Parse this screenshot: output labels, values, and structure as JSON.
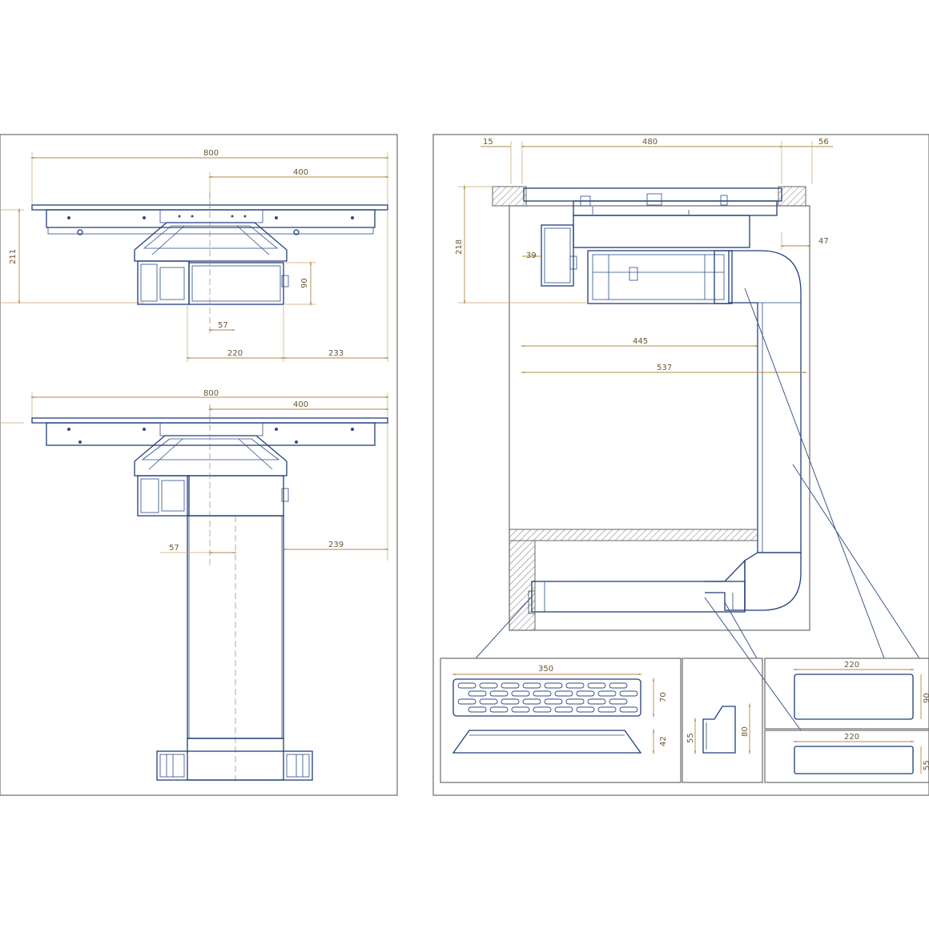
{
  "dimensions": {
    "top_view_upper": {
      "width_total": "800",
      "half_width": "400",
      "height": "211",
      "unit_height": "90",
      "offset": "57",
      "duct_width": "220",
      "side_offset": "233"
    },
    "top_view_lower": {
      "width_total": "800",
      "half_width": "400",
      "offset": "57",
      "side_offset": "239"
    },
    "side_view": {
      "edge": "15",
      "depth": "480",
      "rear": "56",
      "height": "218",
      "box": "39",
      "rear_gap": "47",
      "inner_depth": "445",
      "total_depth": "537"
    },
    "details": {
      "grille_width": "350",
      "grille_height": "70",
      "grille_base": "42",
      "elbow_height": "80",
      "elbow_base": "55",
      "duct1_width": "220",
      "duct1_height": "90",
      "duct2_width": "220",
      "duct2_height": "55"
    }
  }
}
